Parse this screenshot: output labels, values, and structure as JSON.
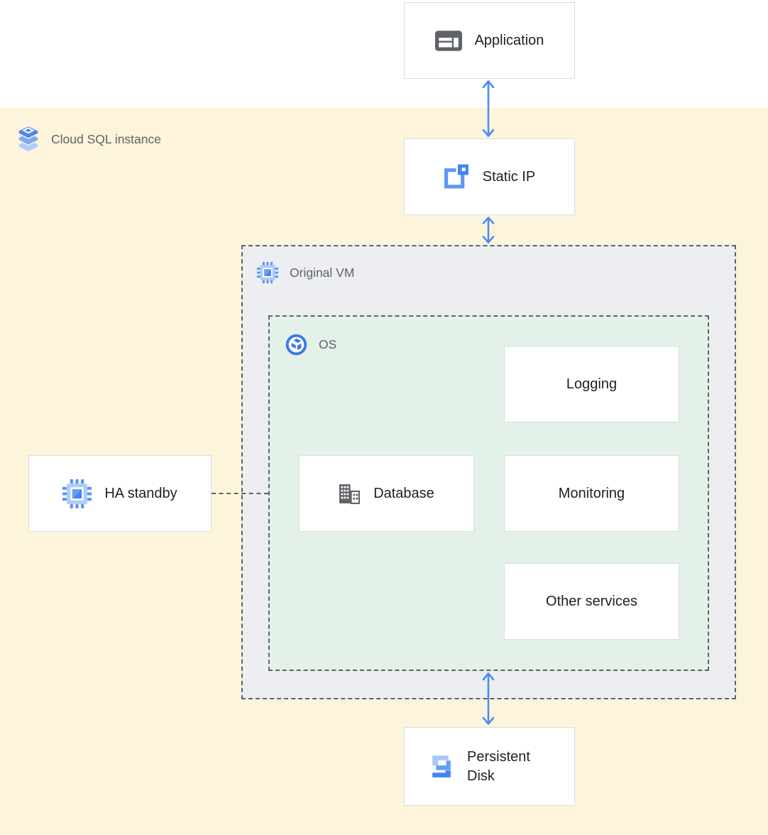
{
  "containers": {
    "cloud_sql": {
      "label": "Cloud SQL instance"
    },
    "original_vm": {
      "label": "Original VM"
    },
    "os": {
      "label": "OS"
    }
  },
  "nodes": {
    "application": {
      "label": "Application"
    },
    "static_ip": {
      "label": "Static IP"
    },
    "ha_standby": {
      "label": "HA standby"
    },
    "database": {
      "label": "Database"
    },
    "logging": {
      "label": "Logging"
    },
    "monitoring": {
      "label": "Monitoring"
    },
    "other_services": {
      "label": "Other services"
    },
    "persistent_disk": {
      "label": "Persistent Disk"
    }
  },
  "colors": {
    "top_background": "#ffffff",
    "cloud_sql_background": "#fcf5dc",
    "vm_background": "#eceef1",
    "os_background": "#e3f1e8",
    "node_border": "#dadce0",
    "dashed_border": "#5f6368",
    "arrow": "#4c8bf5",
    "node_label_text": "#212121",
    "container_label_text": "#5f6368",
    "icon_gray": "#5f6368",
    "icon_blue_dark": "#4285f4",
    "icon_blue_medium": "#669df6",
    "icon_blue_light": "#aecbfa"
  }
}
